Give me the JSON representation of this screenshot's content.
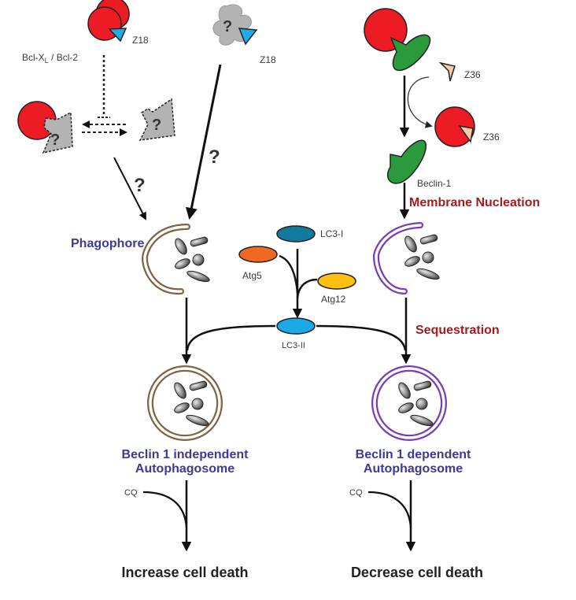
{
  "colors": {
    "bcl_protein": "#ed1c24",
    "beclin": "#2b9a3c",
    "z18": "#1eaee6",
    "z36": "#f2cda8",
    "unknown_target": "#b3b3b3",
    "lc3_i": "#127a9e",
    "lc3_ii": "#1ba8e8",
    "atg5": "#f26a21",
    "atg12": "#fdc010",
    "membrane_independent": "#7e6440",
    "membrane_dependent": "#7a3db3",
    "stage_label": "#3a3a9a",
    "step_label": "#a51c1c"
  },
  "labels": {
    "z18_top": "Z18",
    "bcl_label_main": "Bcl-X",
    "bcl_label_sub": "L",
    "bcl_label_rest": " / Bcl-2",
    "z18_target": "Z18",
    "unknown_mark": "?",
    "z36_free": "Z36",
    "z36_bound": "Z36",
    "beclin": "Beclin-1",
    "membrane_nucleation": "Membrane Nucleation",
    "phagophore": "Phagophore",
    "lc3_i": "LC3-I",
    "atg5": "Atg5",
    "atg12": "Atg12",
    "lc3_ii": "LC3-II",
    "sequestration": "Sequestration",
    "left_autophagosome_line1": "Beclin 1 independent",
    "left_autophagosome_line2": "Autophagosome",
    "right_autophagosome_line1": "Beclin 1 dependent",
    "right_autophagosome_line2": "Autophagosome",
    "cq_left": "CQ",
    "cq_right": "CQ",
    "outcome_left": "Increase cell death",
    "outcome_right": "Decrease cell death"
  }
}
